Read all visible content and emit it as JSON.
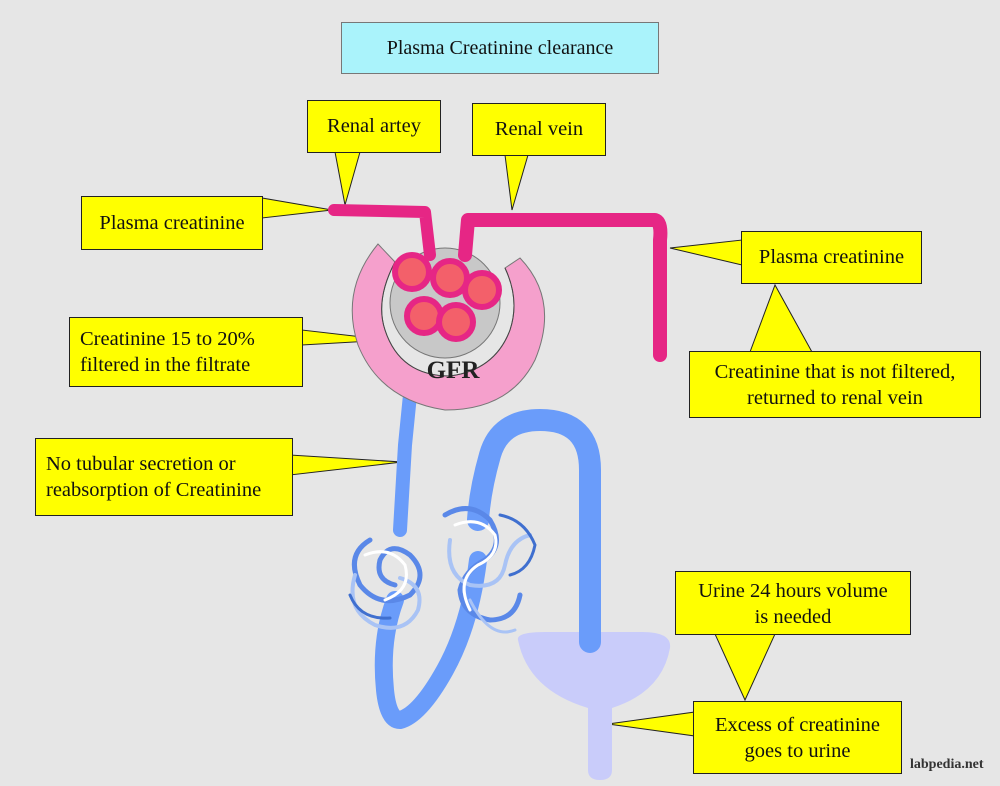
{
  "title": "Plasma Creatinine clearance",
  "labels": {
    "renal_artery": "Renal artey",
    "renal_vein": "Renal vein",
    "plasma_creatinine_in": "Plasma creatinine",
    "plasma_creatinine_out": "Plasma creatinine",
    "filtered": {
      "line1": "Creatinine 15 to 20%",
      "line2": "filtered in the filtrate"
    },
    "not_filtered": {
      "line1": "Creatinine that is not filtered,",
      "line2": "returned to renal vein"
    },
    "tubular": {
      "line1": "No tubular secretion or",
      "line2": "reabsorption of Creatinine"
    },
    "urine_volume": {
      "line1": "Urine 24 hours volume",
      "line2": "is needed"
    },
    "excess": {
      "line1": "Excess of creatinine",
      "line2": "goes to urine"
    },
    "gfr": "GFR"
  },
  "watermark": "labpedia.net",
  "colors": {
    "background": "#e6e6e6",
    "callout_fill": "#ffff00",
    "title_fill": "#aaf3fb",
    "vessel": "#e62685",
    "capsule": "#f5a0cc",
    "glomerulus_core": "#c8c8c8",
    "cell_fill": "#f3606a",
    "tubule": "#6a9cfa",
    "bladder": "#c9ccfa"
  },
  "icons": [
    "kidney-nephron-illustration",
    "glomerulus",
    "bladder"
  ]
}
